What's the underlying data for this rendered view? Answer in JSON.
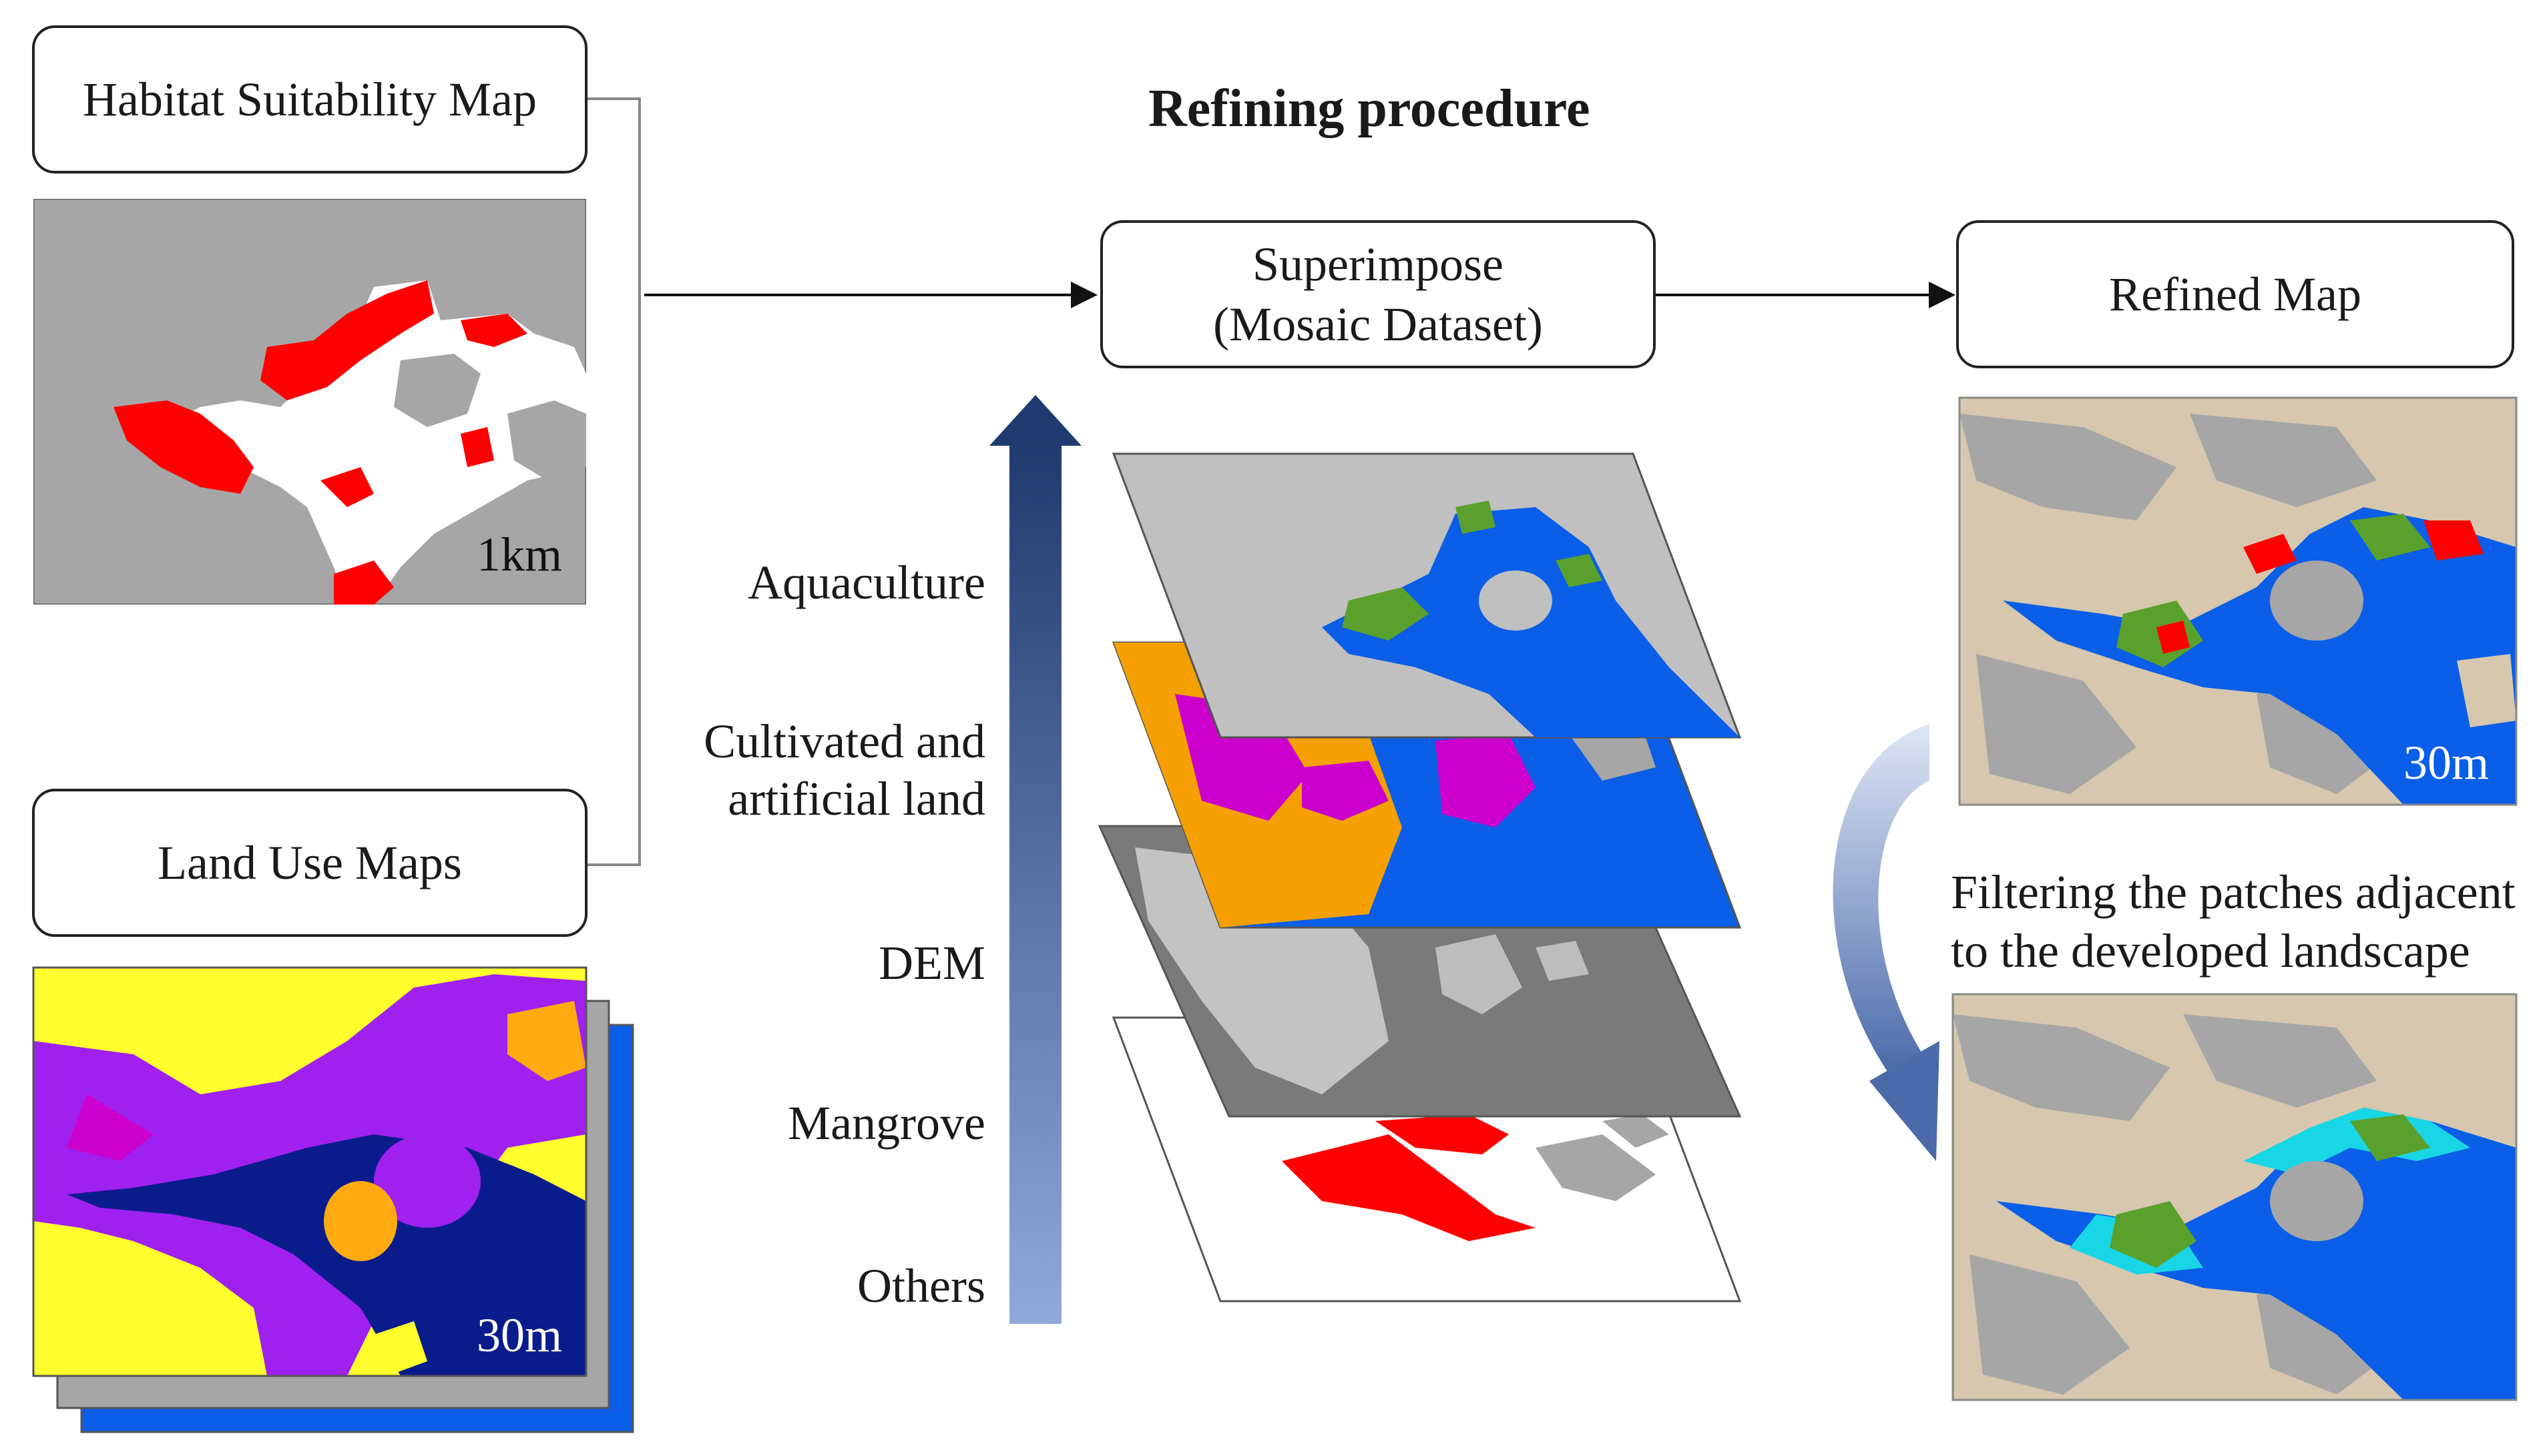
{
  "title": "Refining procedure",
  "boxes": {
    "habitat": "Habitat Suitability Map",
    "landuse": "Land Use Maps",
    "superimpose_line1": "Superimpose",
    "superimpose_line2": "(Mosaic Dataset)",
    "refined": "Refined Map"
  },
  "scales": {
    "habitat": "1km",
    "landuse": "30m",
    "refined": "30m"
  },
  "layers": {
    "aquaculture": "Aquaculture",
    "cultivated_line1": "Cultivated and",
    "cultivated_line2": "artificial land",
    "dem": "DEM",
    "mangrove": "Mangrove",
    "others": "Others"
  },
  "filter_text_line1": "Filtering the patches adjacent",
  "filter_text_line2": "to the developed landscape",
  "colors": {
    "red": "#ff0000",
    "gray": "#a6a6a6",
    "tan": "#d6c7ae",
    "water_blue": "#0a5ee8",
    "green": "#5aa02c",
    "cyan": "#18d6e6",
    "yellow": "#ffff2e",
    "purple": "#a020f0",
    "magenta": "#cc00cc",
    "orange": "#f5a000",
    "navy": "#0a1c8c",
    "arrow_dark": "#1f3a6e",
    "arrow_light": "#8fa9dc"
  }
}
